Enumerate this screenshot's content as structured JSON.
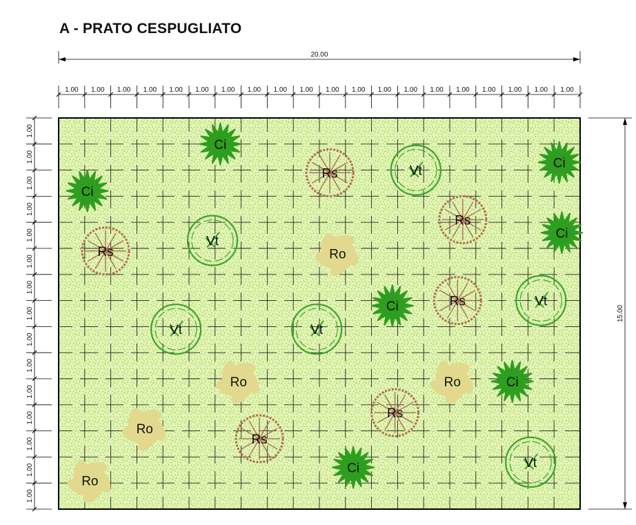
{
  "title": "A - PRATO CESPUGLIATO",
  "dimensions": {
    "total_width": "20.00",
    "total_height": "15.00",
    "module": "1.00",
    "columns": 20,
    "rows": 15
  },
  "plant_colors": {
    "Ci": "#2e9e1e",
    "Rs": "#b06a52",
    "Vt": "#3aa32c",
    "Ro": "#e3d98e"
  },
  "lawn_color": "#e3f4b8",
  "plants": [
    {
      "code": "Ci",
      "col": 6.2,
      "row": 1.0
    },
    {
      "code": "Ci",
      "col": 19.2,
      "row": 1.7
    },
    {
      "code": "Ci",
      "col": 1.1,
      "row": 2.8
    },
    {
      "code": "Ci",
      "col": 19.3,
      "row": 4.4
    },
    {
      "code": "Ci",
      "col": 12.8,
      "row": 7.2
    },
    {
      "code": "Ci",
      "col": 17.4,
      "row": 10.1
    },
    {
      "code": "Ci",
      "col": 11.3,
      "row": 13.4
    },
    {
      "code": "Rs",
      "col": 10.4,
      "row": 2.1
    },
    {
      "code": "Rs",
      "col": 15.5,
      "row": 3.9
    },
    {
      "code": "Rs",
      "col": 1.8,
      "row": 5.1
    },
    {
      "code": "Rs",
      "col": 15.3,
      "row": 7.0
    },
    {
      "code": "Rs",
      "col": 12.9,
      "row": 11.3
    },
    {
      "code": "Rs",
      "col": 7.7,
      "row": 12.3
    },
    {
      "code": "Vt",
      "col": 13.7,
      "row": 2.0
    },
    {
      "code": "Vt",
      "col": 5.9,
      "row": 4.7
    },
    {
      "code": "Vt",
      "col": 18.5,
      "row": 7.0
    },
    {
      "code": "Vt",
      "col": 4.5,
      "row": 8.1
    },
    {
      "code": "Vt",
      "col": 9.9,
      "row": 8.1
    },
    {
      "code": "Vt",
      "col": 18.1,
      "row": 13.2
    },
    {
      "code": "Ro",
      "col": 10.7,
      "row": 5.2
    },
    {
      "code": "Ro",
      "col": 6.9,
      "row": 10.1
    },
    {
      "code": "Ro",
      "col": 15.1,
      "row": 10.1
    },
    {
      "code": "Ro",
      "col": 3.3,
      "row": 11.9
    },
    {
      "code": "Ro",
      "col": 1.2,
      "row": 13.9
    }
  ]
}
